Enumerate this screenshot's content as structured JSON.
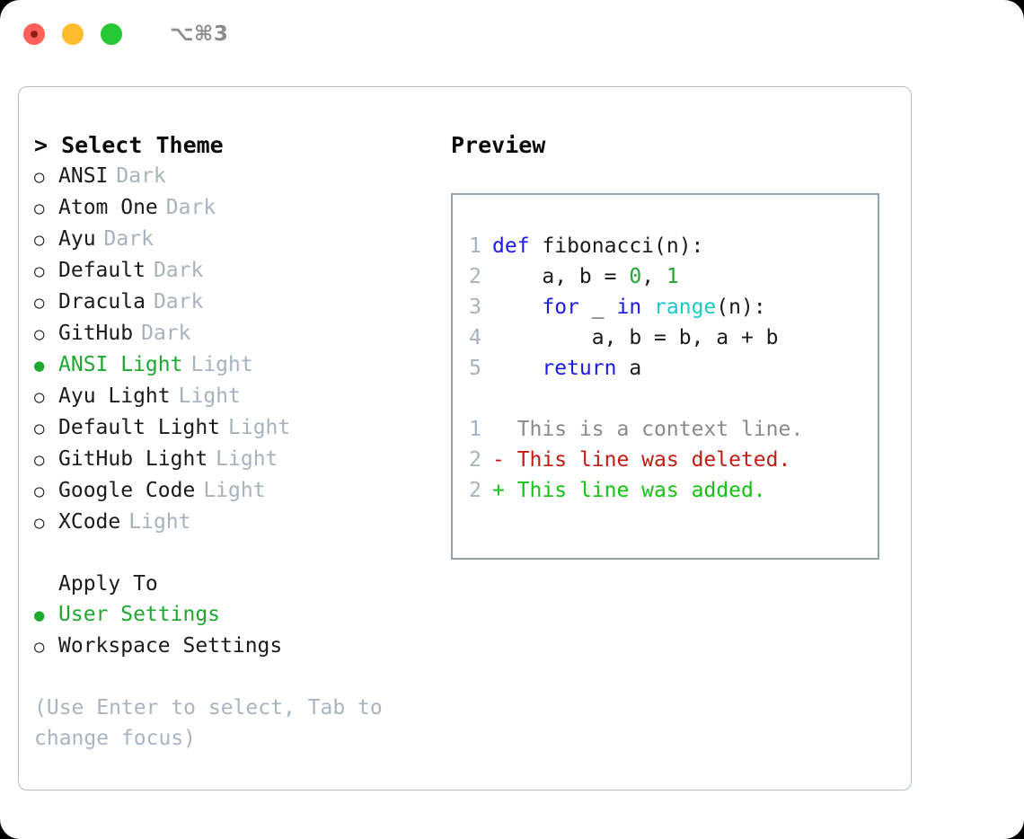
{
  "titlebar": {
    "shortcut": "⌥⌘3",
    "buttons": [
      {
        "name": "close",
        "label": "close"
      },
      {
        "name": "minimize",
        "label": "minimize"
      },
      {
        "name": "maximize",
        "label": "maximize"
      }
    ]
  },
  "theme_list": {
    "header": "> Select Theme",
    "bullet_unselected": "○",
    "bullet_selected": "●",
    "items": [
      {
        "label": "ANSI",
        "tag": "Dark",
        "selected": false
      },
      {
        "label": "Atom One",
        "tag": "Dark",
        "selected": false
      },
      {
        "label": "Ayu",
        "tag": "Dark",
        "selected": false
      },
      {
        "label": "Default",
        "tag": "Dark",
        "selected": false
      },
      {
        "label": "Dracula",
        "tag": "Dark",
        "selected": false
      },
      {
        "label": "GitHub",
        "tag": "Dark",
        "selected": false
      },
      {
        "label": "ANSI Light",
        "tag": "Light",
        "selected": true
      },
      {
        "label": "Ayu Light",
        "tag": "Light",
        "selected": false
      },
      {
        "label": "Default Light",
        "tag": "Light",
        "selected": false
      },
      {
        "label": "GitHub Light",
        "tag": "Light",
        "selected": false
      },
      {
        "label": "Google Code",
        "tag": "Light",
        "selected": false
      },
      {
        "label": "XCode",
        "tag": "Light",
        "selected": false
      }
    ]
  },
  "apply_to": {
    "header": "Apply To",
    "items": [
      {
        "label": "User Settings",
        "selected": true
      },
      {
        "label": "Workspace Settings",
        "selected": false
      }
    ]
  },
  "hint": "(Use Enter to select, Tab to change focus)",
  "preview": {
    "header": "Preview",
    "code_lines": [
      {
        "number": "1",
        "tokens": [
          {
            "text": "def ",
            "type": "kw"
          },
          {
            "text": "fibonacci(n):",
            "type": "plain"
          }
        ]
      },
      {
        "number": "2",
        "tokens": [
          {
            "text": "    a, b = ",
            "type": "plain"
          },
          {
            "text": "0",
            "type": "num"
          },
          {
            "text": ", ",
            "type": "plain"
          },
          {
            "text": "1",
            "type": "num"
          }
        ]
      },
      {
        "number": "3",
        "tokens": [
          {
            "text": "    ",
            "type": "plain"
          },
          {
            "text": "for",
            "type": "kw"
          },
          {
            "text": " _ ",
            "type": "plain"
          },
          {
            "text": "in",
            "type": "kw"
          },
          {
            "text": " ",
            "type": "plain"
          },
          {
            "text": "range",
            "type": "fn"
          },
          {
            "text": "(n):",
            "type": "plain"
          }
        ]
      },
      {
        "number": "4",
        "tokens": [
          {
            "text": "        a, b = b, a + b",
            "type": "plain"
          }
        ]
      },
      {
        "number": "5",
        "tokens": [
          {
            "text": "    ",
            "type": "plain"
          },
          {
            "text": "return",
            "type": "kw"
          },
          {
            "text": " a",
            "type": "plain"
          }
        ]
      }
    ],
    "diff_lines": [
      {
        "number": "1",
        "marker": " ",
        "text": " This is a context line.",
        "kind": "context"
      },
      {
        "number": "2",
        "marker": "-",
        "text": " This line was deleted.",
        "kind": "deleted"
      },
      {
        "number": "2",
        "marker": "+",
        "text": " This line was added.",
        "kind": "added"
      }
    ]
  },
  "colors": {
    "accent_green": "#1fa82f",
    "keyword_blue": "#1a1aee",
    "function_cyan": "#1ec8c8",
    "number_green": "#1fa82f",
    "diff_added": "#13c313",
    "diff_deleted": "#c01c14",
    "muted": "#a8b2bd",
    "border": "#95a1b0"
  }
}
